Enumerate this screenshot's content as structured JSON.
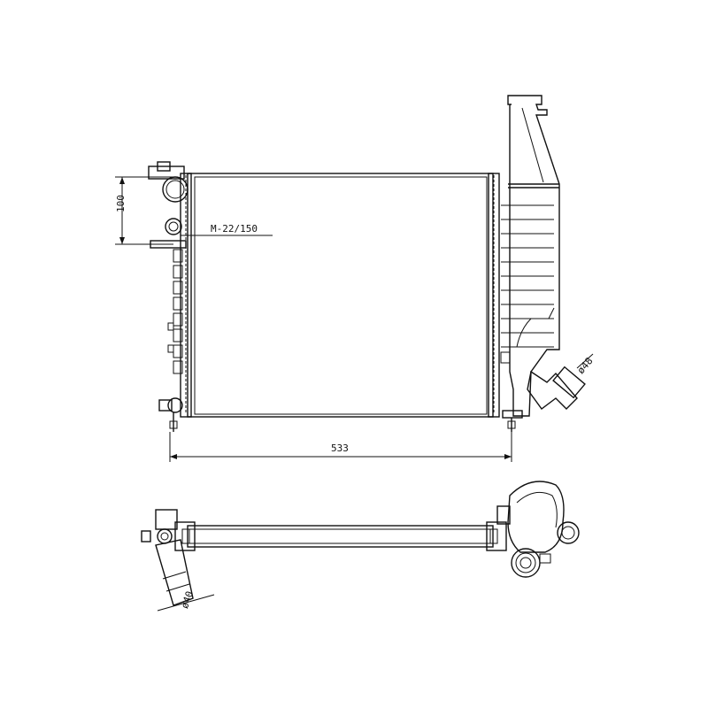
{
  "drawing": {
    "dim_width": "533",
    "dim_height": "100",
    "thread_label": "M-22/150",
    "outlet_diameter": "ø48",
    "inlet_diameter": "ø40"
  }
}
